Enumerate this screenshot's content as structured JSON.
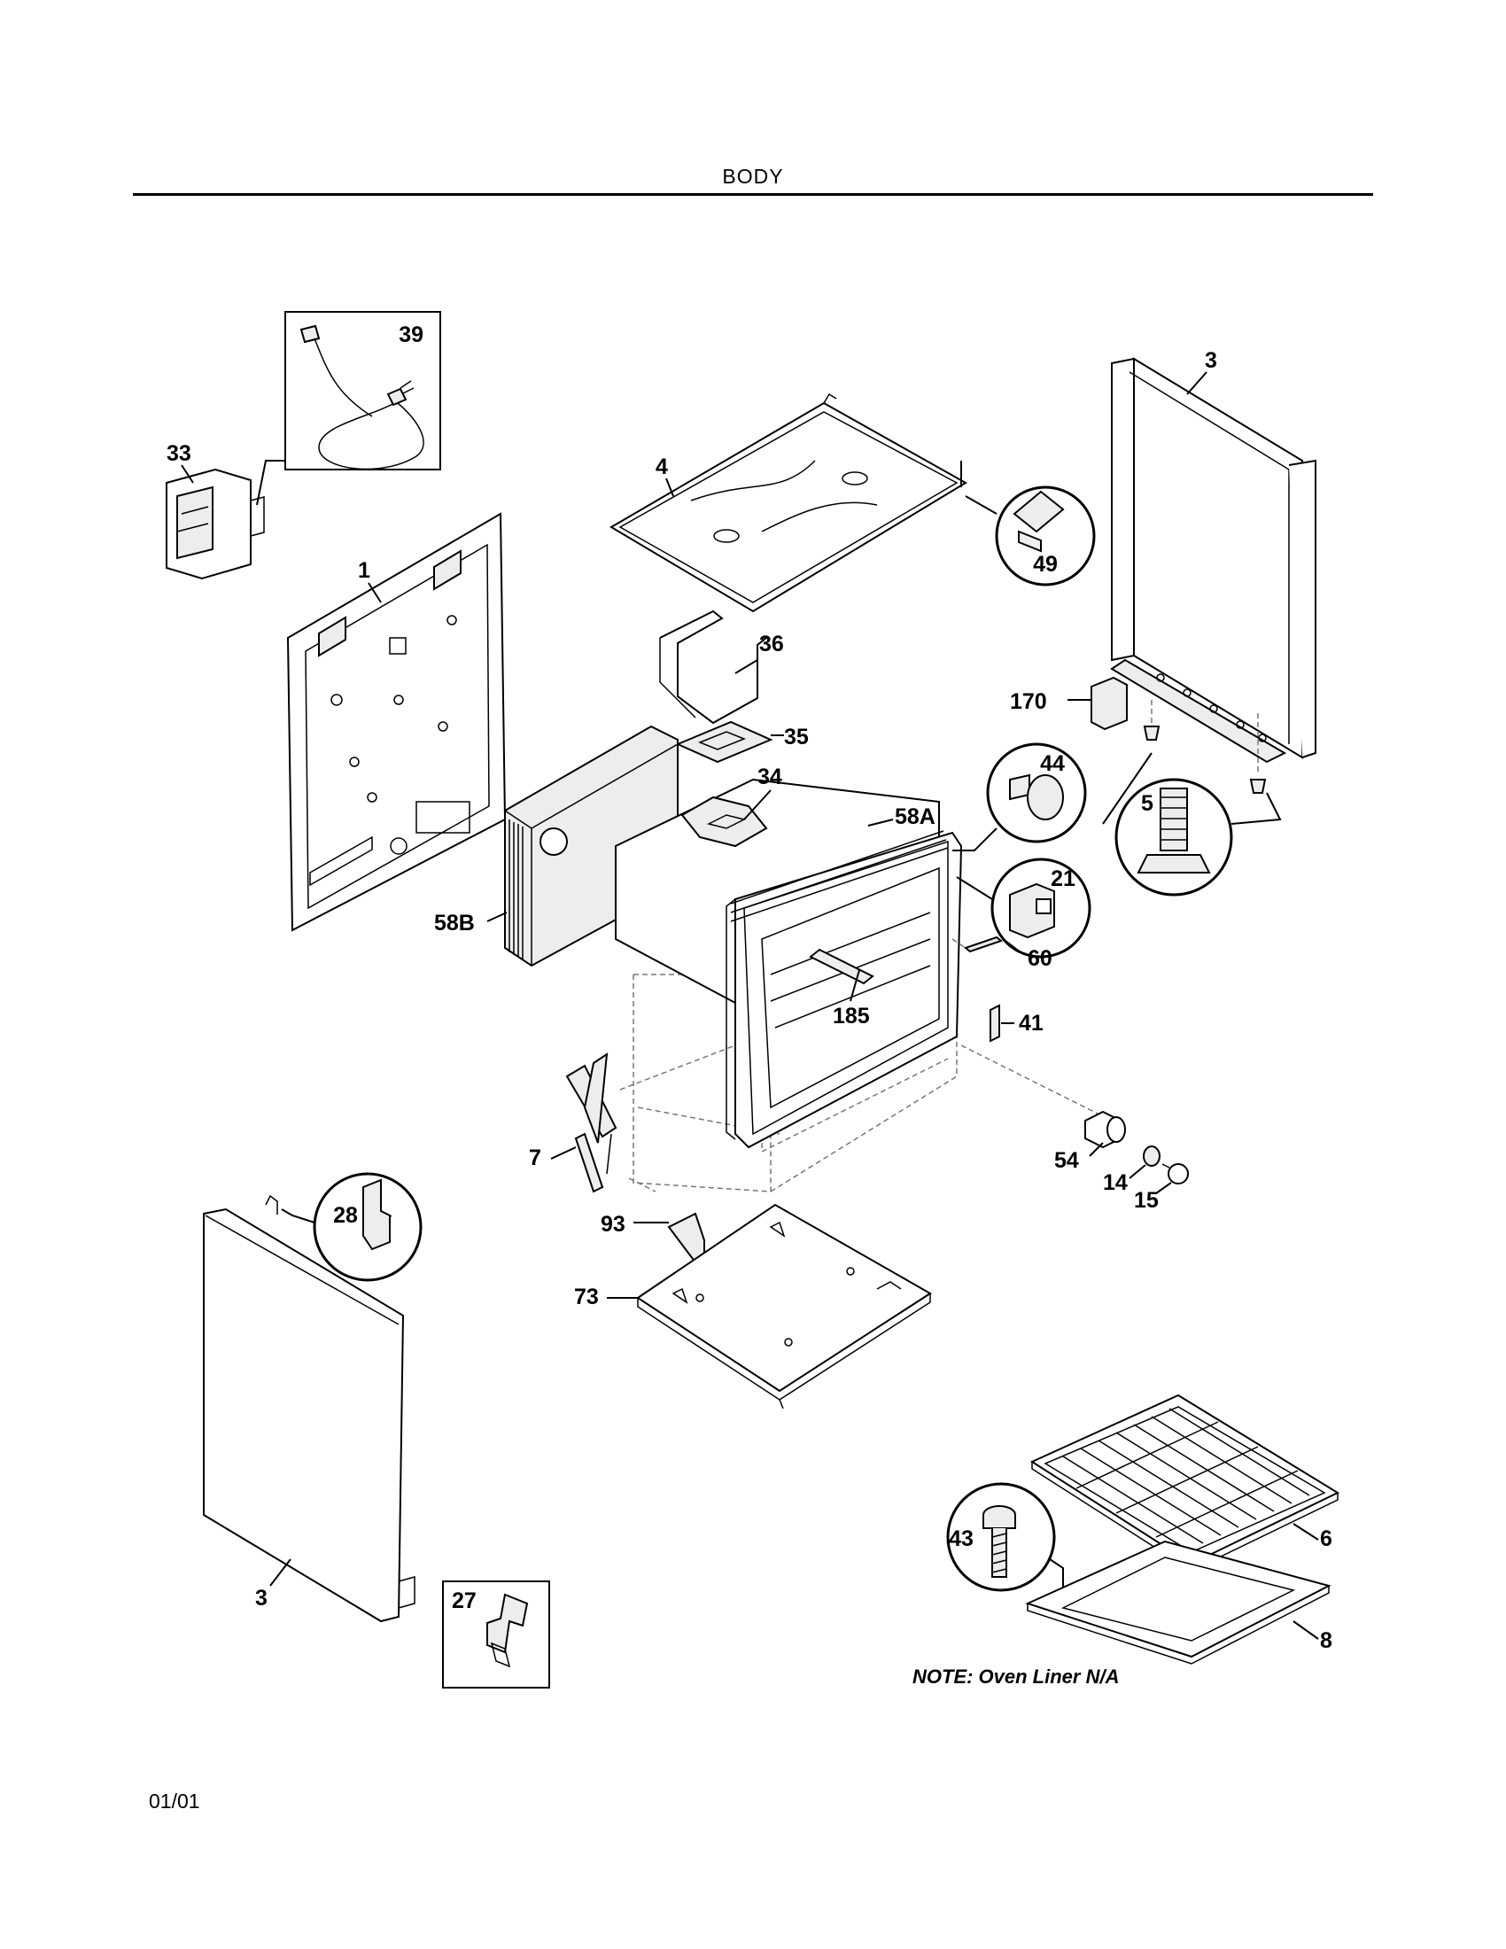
{
  "header": {
    "title": "BODY"
  },
  "footer": {
    "date": "01/01"
  },
  "note": "NOTE: Oven Liner N/A",
  "labels": {
    "p39": "39",
    "p33": "33",
    "p4": "4",
    "p49": "49",
    "p3_top": "3",
    "p1": "1",
    "p36": "36",
    "p35": "35",
    "p170": "170",
    "p44": "44",
    "p5": "5",
    "p34": "34",
    "p58a": "58A",
    "p21": "21",
    "p58b": "58B",
    "p60": "60",
    "p185": "185",
    "p41": "41",
    "p7": "7",
    "p54": "54",
    "p14": "14",
    "p15": "15",
    "p28": "28",
    "p93": "93",
    "p73": "73",
    "p43": "43",
    "p6": "6",
    "p3_bottom": "3",
    "p27": "27",
    "p8": "8"
  }
}
